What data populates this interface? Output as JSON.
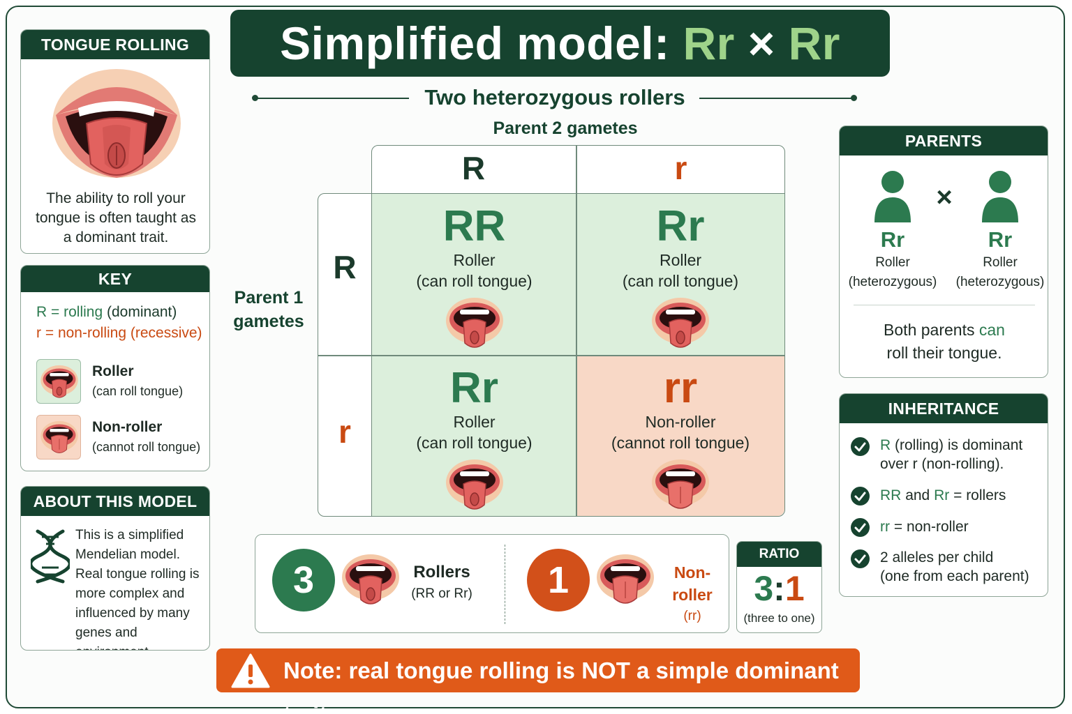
{
  "title": {
    "prefix": "Simplified model:",
    "cross_left": "Rr",
    "cross_sign": "×",
    "cross_right": "Rr"
  },
  "subtitle": "Two heterozygous rollers",
  "parent2_label": "Parent 2 gametes",
  "parent1_label_line1": "Parent 1",
  "parent1_label_line2": "gametes",
  "columns": [
    "R",
    "r"
  ],
  "rows": [
    "R",
    "r"
  ],
  "cells": [
    {
      "genotype": "RR",
      "phenotype": "Roller",
      "detail": "(can roll tongue)"
    },
    {
      "genotype": "Rr",
      "phenotype": "Roller",
      "detail": "(can roll tongue)"
    },
    {
      "genotype": "Rr",
      "phenotype": "Roller",
      "detail": "(can roll tongue)"
    },
    {
      "genotype": "rr",
      "phenotype": "Non-roller",
      "detail": "(cannot roll tongue)"
    }
  ],
  "tongue_panel": {
    "heading": "TONGUE ROLLING",
    "line1": "The ability to roll your",
    "line2": "tongue is often taught as",
    "line3": "a dominant trait."
  },
  "key_panel": {
    "heading": "KEY",
    "dominant_allele": "R",
    "dominant_eq": "=",
    "dominant_text": "rolling",
    "dominant_tag": "(dominant)",
    "recessive_allele": "r",
    "recessive_eq": "=",
    "recessive_text": "non-rolling (recessive)",
    "roller_label": "Roller",
    "roller_detail": "(can roll tongue)",
    "nonroller_label": "Non-roller",
    "nonroller_detail": "(cannot roll tongue)"
  },
  "about_panel": {
    "heading": "ABOUT THIS MODEL",
    "lines": [
      "This is a simplified",
      "Mendelian model.",
      "Real tongue rolling is",
      "more complex and",
      "influenced by many",
      "genes and environment."
    ]
  },
  "parents_panel": {
    "heading": "PARENTS",
    "cross_sign": "×",
    "left": {
      "genotype": "Rr",
      "label": "Roller",
      "detail": "(heterozygous)"
    },
    "right": {
      "genotype": "Rr",
      "label": "Roller",
      "detail": "(heterozygous)"
    },
    "summary_a": "Both parents",
    "summary_b": "can",
    "summary_c": "roll their tongue."
  },
  "inheritance_panel": {
    "heading": "INHERITANCE",
    "item1_a": "R",
    "item1_b": "(rolling) is dominant",
    "item1_c": "over r (non-rolling).",
    "item2_a": "RR",
    "item2_b": "and",
    "item2_c": "Rr",
    "item2_d": "= rollers",
    "item3_a": "rr",
    "item3_b": "= non-roller",
    "item4_a": "2 alleles per child",
    "item4_b": "(one from each parent)"
  },
  "summary": {
    "rollers_count": "3",
    "rollers_label": "Rollers",
    "rollers_detail": "(RR or Rr)",
    "nonroller_count": "1",
    "nonroller_label": "Non-roller",
    "nonroller_detail": "(rr)"
  },
  "ratio": {
    "heading": "RATIO",
    "left": "3",
    "colon": ":",
    "right": "1",
    "detail": "(three to one)"
  },
  "note": "Note: real tongue rolling is NOT a simple dominant trait",
  "colors": {
    "dark_green": "#16432f",
    "green": "#2c7a4f",
    "orange": "#c94a12",
    "cell_green": "#dcefdc",
    "cell_orange": "#f8d8c6",
    "note_bg": "#e05a19"
  }
}
